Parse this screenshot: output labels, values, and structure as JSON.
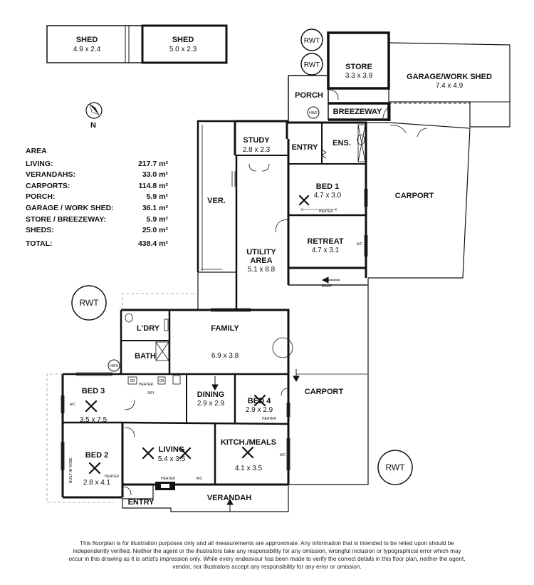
{
  "area_summary": {
    "title": "AREA",
    "rows": [
      {
        "label": "LIVING:",
        "value": "217.7 m²"
      },
      {
        "label": "VERANDAHS:",
        "value": "33.0 m²"
      },
      {
        "label": "CARPORTS:",
        "value": "114.8 m²"
      },
      {
        "label": "PORCH:",
        "value": "5.9 m²"
      },
      {
        "label": "GARAGE / WORK SHED:",
        "value": "36.1 m²"
      },
      {
        "label": "STORE / BREEZEWAY:",
        "value": "5.9 m²"
      },
      {
        "label": "SHEDS:",
        "value": "25.0 m²"
      }
    ],
    "total": {
      "label": "TOTAL:",
      "value": "438.4 m²"
    }
  },
  "compass": {
    "north_label": "N"
  },
  "rooms": {
    "shed1": {
      "name": "SHED",
      "dims": "4.9 x 2.4"
    },
    "shed2": {
      "name": "SHED",
      "dims": "5.0 x 2.3"
    },
    "store": {
      "name": "STORE",
      "dims": "3.3 x 3.9"
    },
    "garage": {
      "name": "GARAGE/WORK SHED",
      "dims": "7.4 x 4.9"
    },
    "porch": {
      "name": "PORCH"
    },
    "breezeway": {
      "name": "BREEZEWAY"
    },
    "study": {
      "name": "STUDY",
      "dims": "2.8 x 2.3"
    },
    "entry_top": {
      "name": "ENTRY"
    },
    "ens": {
      "name": "ENS."
    },
    "ver": {
      "name": "VER."
    },
    "bed1": {
      "name": "BED 1",
      "dims": "4.7 x 3.0"
    },
    "carport_top": {
      "name": "CARPORT"
    },
    "utility": {
      "name": "UTILITY",
      "name2": "AREA",
      "dims": "5.1 x 8.8"
    },
    "retreat": {
      "name": "RETREAT",
      "dims": "4.7 x 3.1"
    },
    "ldry": {
      "name": "L'DRY"
    },
    "family": {
      "name": "FAMILY",
      "dims": "6.9 x 3.8"
    },
    "bath": {
      "name": "BATH"
    },
    "bed3": {
      "name": "BED 3",
      "dims": "3.5 x 7.5"
    },
    "dining": {
      "name": "DINING",
      "dims": "2.9 x 2.9"
    },
    "bed4": {
      "name": "BED 4",
      "dims": "2.9 x 2.9"
    },
    "carport_bottom": {
      "name": "CARPORT"
    },
    "bed2": {
      "name": "BED 2",
      "dims": "2.8 x 4.1"
    },
    "living": {
      "name": "LIVING",
      "dims": "5.4 x 3.5"
    },
    "kitchen": {
      "name": "KITCH./MEALS",
      "dims": "4.1 x 3.5"
    },
    "entry_bottom": {
      "name": "ENTRY"
    },
    "verandah": {
      "name": "VERANDAH"
    }
  },
  "fixtures": {
    "rwt": "RWT",
    "hws": "HWS",
    "ac": "A/C",
    "heater": "HEATER",
    "ramp": "RAMP",
    "cb": "CB",
    "sky": "SKY",
    "built_in_robe": "BUILT-IN ROBE"
  },
  "disclaimer": "This floorplan is for illustration purposes only and all measurements are approximate. Any information that is intended to be relied upon should be independently verified. Neither the agent or the illustrators take any responsibility for any omission, wrongful inclusion or typographical error which may occur in this drawing as it is artist's impression only. While every endeavour has been made to verify the correct details in this floor plan, neither the agent, vendor, nor illustrators accept any responsibility for any error or omission."
}
